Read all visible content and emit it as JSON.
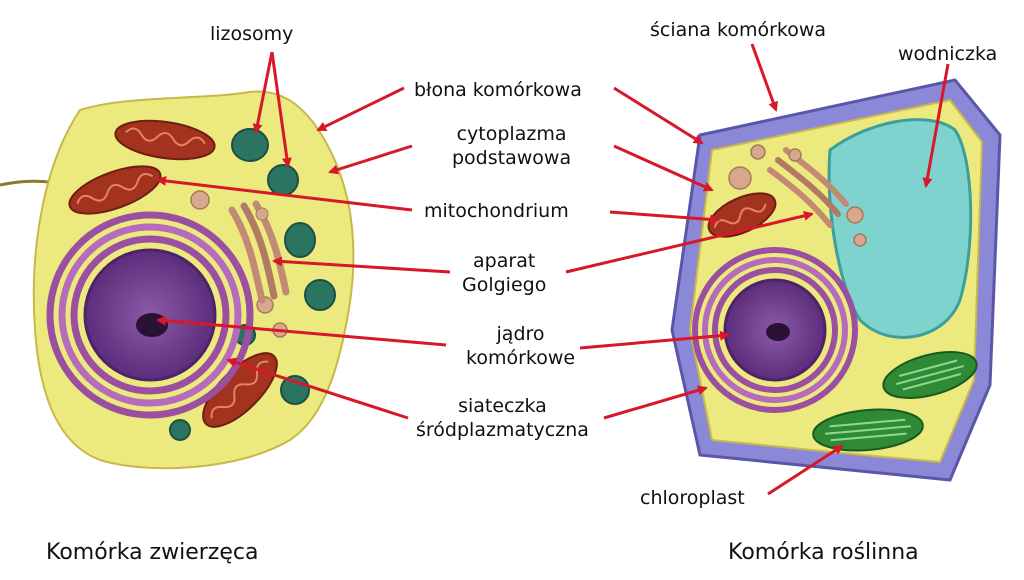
{
  "labels": {
    "lizosomy": "lizosomy",
    "blona": "błona komórkowa",
    "cytoplazma_1": "cytoplazma",
    "cytoplazma_2": "podstawowa",
    "mitochondrium": "mitochondrium",
    "golgi_1": "aparat",
    "golgi_2": "Golgiego",
    "jadro_1": "jądro",
    "jadro_2": "komórkowe",
    "siateczka_1": "siateczka",
    "siateczka_2": "śródplazmatyczna",
    "sciana": "ściana komórkowa",
    "wodniczka": "wodniczka",
    "chloroplast": "chloroplast"
  },
  "captions": {
    "animal": "Komórka zwierzęca",
    "plant": "Komórka roślinna"
  },
  "colors": {
    "cytoplasm": "#ecea7f",
    "cell_wall": "#8c88d8",
    "vacuole": "#7fd3cf",
    "er": "#9a4fa0",
    "nucleus": "#7a3f96",
    "mitochondrion": "#a3331f",
    "chloroplast": "#2f8a35",
    "lysosome": "#2b7462",
    "golgi": "#c28a74",
    "arrow": "#d8182a"
  }
}
